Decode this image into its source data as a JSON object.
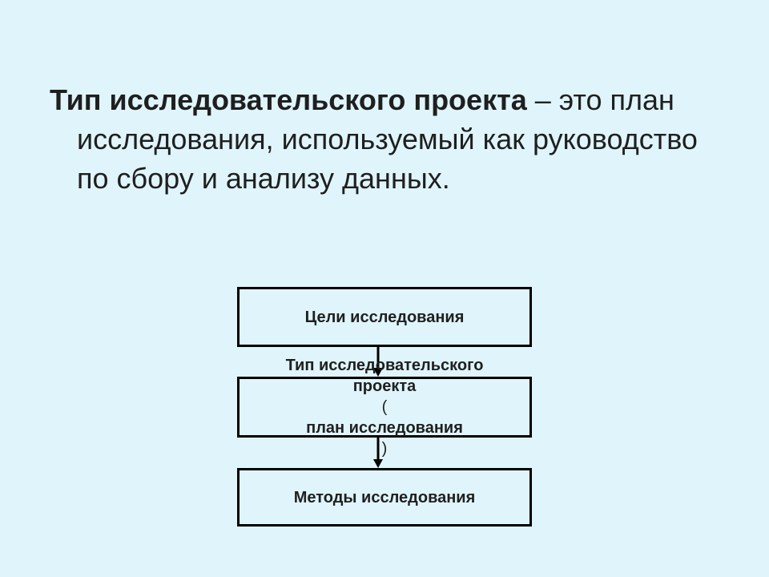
{
  "definition": {
    "term": "Тип исследовательского проекта",
    "rest": " – это план исследования, используемый как руководство по сбору и анализу данных."
  },
  "diagram": {
    "boxes": [
      {
        "label": "Цели исследования"
      },
      {
        "line1": "Тип исследовательского",
        "line2_before": "проекта ",
        "line2_paren_open": "(",
        "line2_middle": "план исследования",
        "line2_paren_close": ")"
      },
      {
        "label": "Методы исследования"
      }
    ]
  },
  "colors": {
    "background": "#dff5fb",
    "border": "#000000",
    "text": "#1f1f1f"
  }
}
